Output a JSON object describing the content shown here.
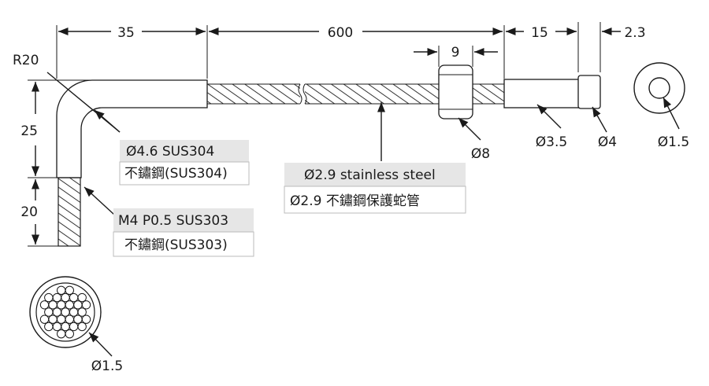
{
  "dimensions": {
    "top_35": "35",
    "top_600": "600",
    "top_15": "15",
    "top_2_3": "2.3",
    "nut_9": "9",
    "radius": "R20",
    "left_25": "25",
    "left_20": "20"
  },
  "callouts": {
    "bend_tube": {
      "line1": "Ø4.6   SUS304",
      "line2": "不鏽鋼(SUS304)"
    },
    "thread": {
      "line1": "M4 P0.5   SUS303",
      "line2": "不鏽鋼(SUS303)"
    },
    "hose": {
      "line1": "Ø2.9 stainless steel",
      "line2": "Ø2.9 不鏽鋼保護蛇管"
    }
  },
  "diameters": {
    "nut": "Ø8",
    "sleeve": "Ø3.5",
    "tip": "Ø4",
    "end_view": "Ø1.5",
    "fiber_bundle": "Ø1.5"
  }
}
